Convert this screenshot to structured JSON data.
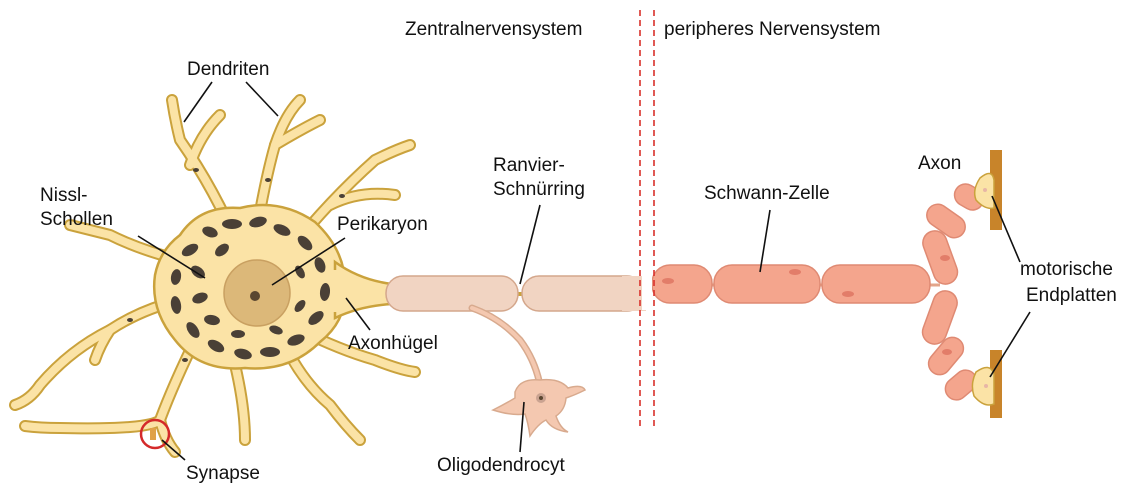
{
  "labels": {
    "cns": "Zentralnervensystem",
    "pns": "peripheres Nervensystem",
    "dendrites": "Dendriten",
    "nissl_1": "Nissl-",
    "nissl_2": "Schollen",
    "perikaryon": "Perikaryon",
    "axon_hillock": "Axonhügel",
    "ranvier_1": "Ranvier-",
    "ranvier_2": "Schnürring",
    "schwann": "Schwann-Zelle",
    "axon": "Axon",
    "endplate_1": "motorische",
    "endplate_2": "Endplatten",
    "oligodendrocyte": "Oligodendrocyt",
    "synapse": "Synapse"
  },
  "colors": {
    "cell_body": "#fbe3a6",
    "cell_outline": "#caa23c",
    "nissl": "#4a4036",
    "nucleus": "#dcb879",
    "myelin_cns": "#f1d4c2",
    "myelin_pns": "#f4a58d",
    "boundary": "#d9302a",
    "synapse_marker": "#d42a2a",
    "muscle": "#c8842a"
  }
}
